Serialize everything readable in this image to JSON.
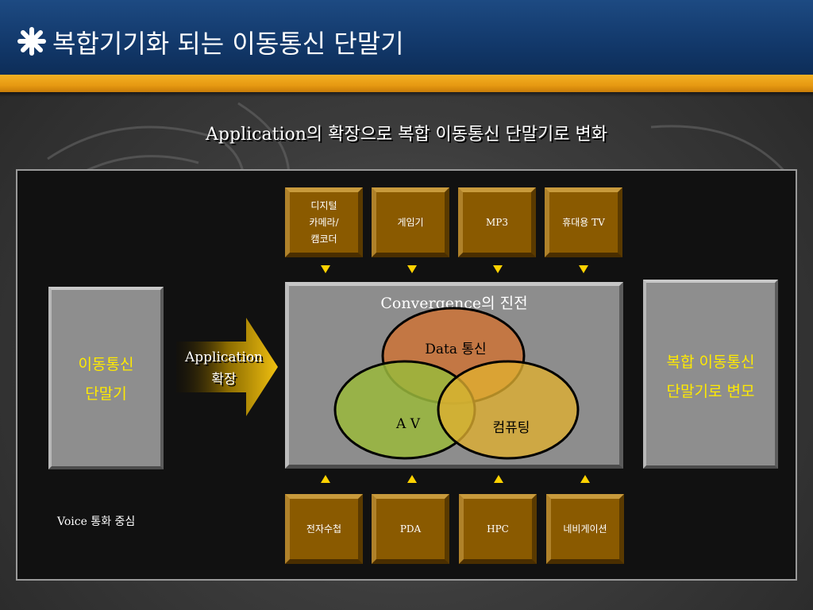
{
  "title": "복합기기화 되는 이동통신 단말기",
  "subtitle": "Application의 확장으로 복합 이동통신 단말기로 변화",
  "left_device": {
    "line1": "이동통신",
    "line2": "단말기"
  },
  "right_device": {
    "line1": "복합 이동통신",
    "line2": "단말기로 변모"
  },
  "arrow": {
    "line1": "Application",
    "line2": "확장"
  },
  "voice_label": "Voice 통화 중심",
  "convergence": {
    "title": "Convergence의 진전",
    "circles": [
      {
        "label": "Data 통신",
        "color": "#c8753e"
      },
      {
        "label": "A V",
        "color": "#9ab83c"
      },
      {
        "label": "컴퓨팅",
        "color": "#d6b13e"
      }
    ]
  },
  "top_boxes": [
    {
      "label": "디지털\n카메라/\n캠코더"
    },
    {
      "label": "게임기"
    },
    {
      "label": "MP3"
    },
    {
      "label": "휴대용 TV"
    }
  ],
  "bottom_boxes": [
    {
      "label": "전자수첩"
    },
    {
      "label": "PDA"
    },
    {
      "label": "HPC"
    },
    {
      "label": "네비게이션"
    }
  ],
  "colors": {
    "header": "#12386a",
    "accent_strip": "#e79a12",
    "highlight_text": "#ffea00",
    "box": "#8a5a00"
  }
}
